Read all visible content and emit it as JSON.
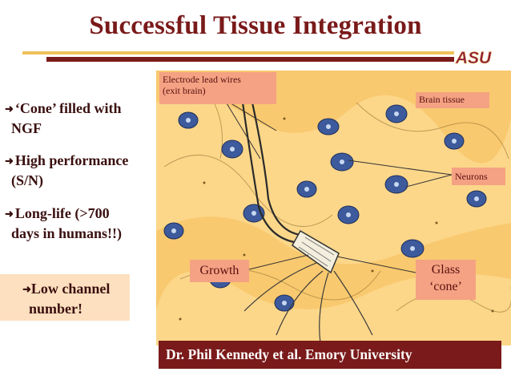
{
  "title": "Successful Tissue Integration",
  "logo_text": "ASU",
  "bullets": [
    {
      "line1": "‘Cone’ filled with",
      "line2": "NGF"
    },
    {
      "line1": "High performance",
      "line2": "(S/N)"
    },
    {
      "line1": "Long-life (>700",
      "line2": "days in humans!!)"
    }
  ],
  "callout": {
    "line1": "Low channel",
    "line2": "number!"
  },
  "figure_labels": {
    "electrode_line1": "Electrode lead wires",
    "electrode_line2": "(exit brain)",
    "brain_tissue": "Brain tissue",
    "neurons": "Neurons",
    "growth": "Growth",
    "glass_line1": "Glass",
    "glass_line2": "‘cone’"
  },
  "footer": "Dr. Phil Kennedy et al. Emory University",
  "colors": {
    "title": "#7a1a1a",
    "gold_rule": "#f0c05a",
    "label_bg": "#f4a283",
    "callout_bg": "#fde0bf",
    "figure_bg": "#fcd78a",
    "neuron": "#3d5a9c"
  }
}
